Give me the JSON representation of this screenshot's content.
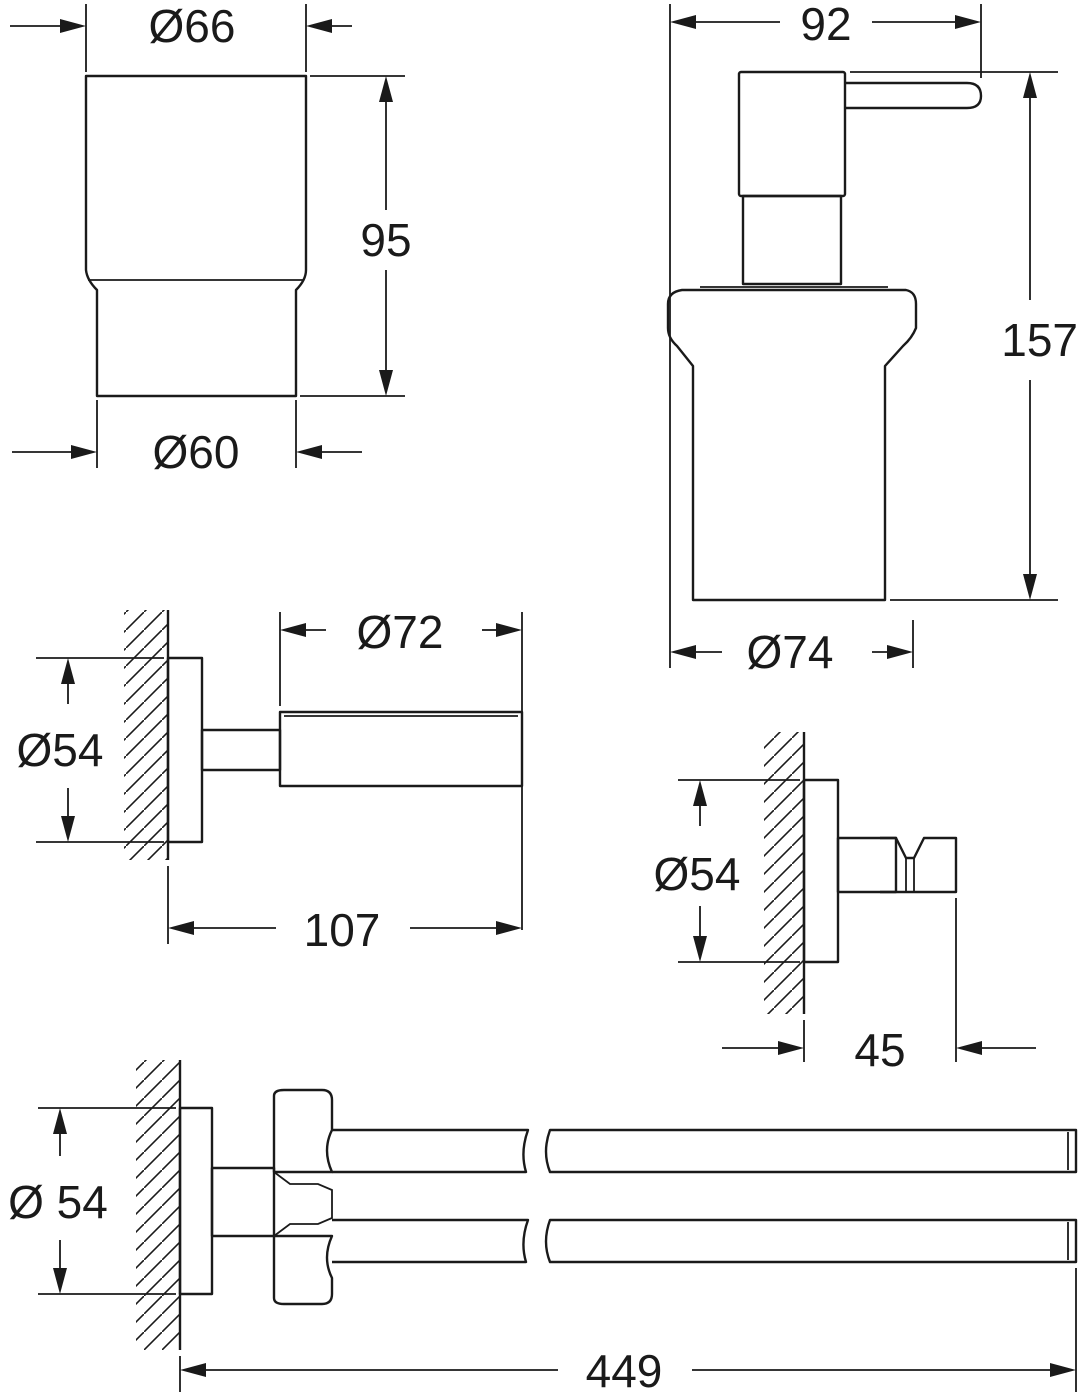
{
  "tumbler": {
    "top_diameter": "Ø66",
    "height": "95",
    "bottom_diameter": "Ø60"
  },
  "soap_dispenser": {
    "width": "92",
    "height": "157",
    "base_diameter": "Ø74"
  },
  "tumbler_holder": {
    "rosette_diameter": "Ø54",
    "ring_diameter": "Ø72",
    "projection": "107"
  },
  "hook": {
    "rosette_diameter": "Ø54",
    "projection": "45"
  },
  "towel_bar": {
    "rosette_diameter": "Ø 54",
    "length": "449"
  },
  "colors": {
    "line": "#1a1a1a",
    "background": "#ffffff"
  }
}
